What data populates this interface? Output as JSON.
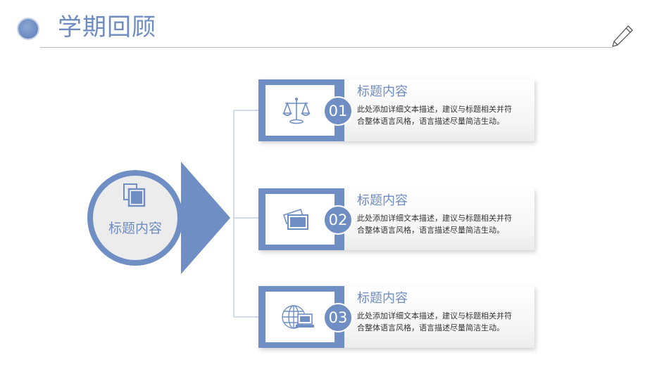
{
  "header": {
    "title": "学期回顾"
  },
  "hub": {
    "label": "标题内容",
    "icon": "copy-icon"
  },
  "cards": [
    {
      "number": "01",
      "title": "标题内容",
      "line1": "此处添加详细文本描述，建议与标题相关并符",
      "line2": "合整体语言风格，语言描述尽量简洁生动。",
      "icon": "scales-icon"
    },
    {
      "number": "02",
      "title": "标题内容",
      "line1": "此处添加详细文本描述，建议与标题相关并符",
      "line2": "合整体语言风格，语言描述尽量简洁生动。",
      "icon": "photos-icon"
    },
    {
      "number": "03",
      "title": "标题内容",
      "line1": "此处添加详细文本描述，建议与标题相关并符",
      "line2": "合整体语言风格，语言描述尽量简洁生动。",
      "icon": "globe-laptop-icon"
    }
  ],
  "colors": {
    "accent": "#6f8ec4",
    "title_text": "#6e8cc2",
    "rule": "#b9b9b9"
  }
}
